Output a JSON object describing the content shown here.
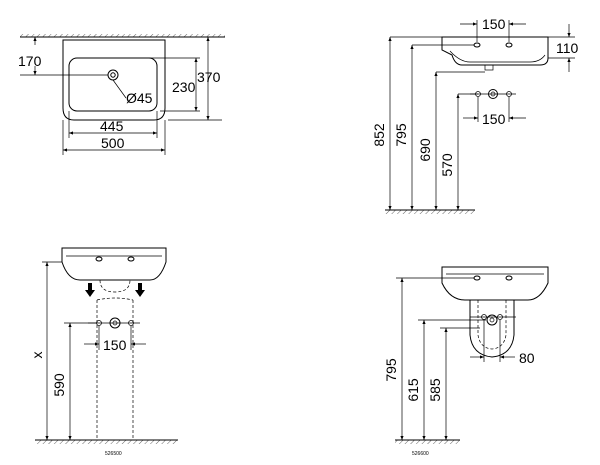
{
  "views": {
    "top": {
      "dim_170": "170",
      "dim_230": "230",
      "dim_370": "370",
      "dim_hole": "Ø45",
      "dim_445": "445",
      "dim_500": "500"
    },
    "side": {
      "dim_150_top": "150",
      "dim_110": "110",
      "dim_852": "852",
      "dim_795": "795",
      "dim_690": "690",
      "dim_570": "570",
      "dim_150_mid": "150"
    },
    "pedestal": {
      "dim_x": "x",
      "dim_590": "590",
      "dim_150": "150",
      "code": "526500"
    },
    "semi_pedestal": {
      "dim_795": "795",
      "dim_615": "615",
      "dim_585": "585",
      "dim_80": "80",
      "code": "526600"
    }
  }
}
